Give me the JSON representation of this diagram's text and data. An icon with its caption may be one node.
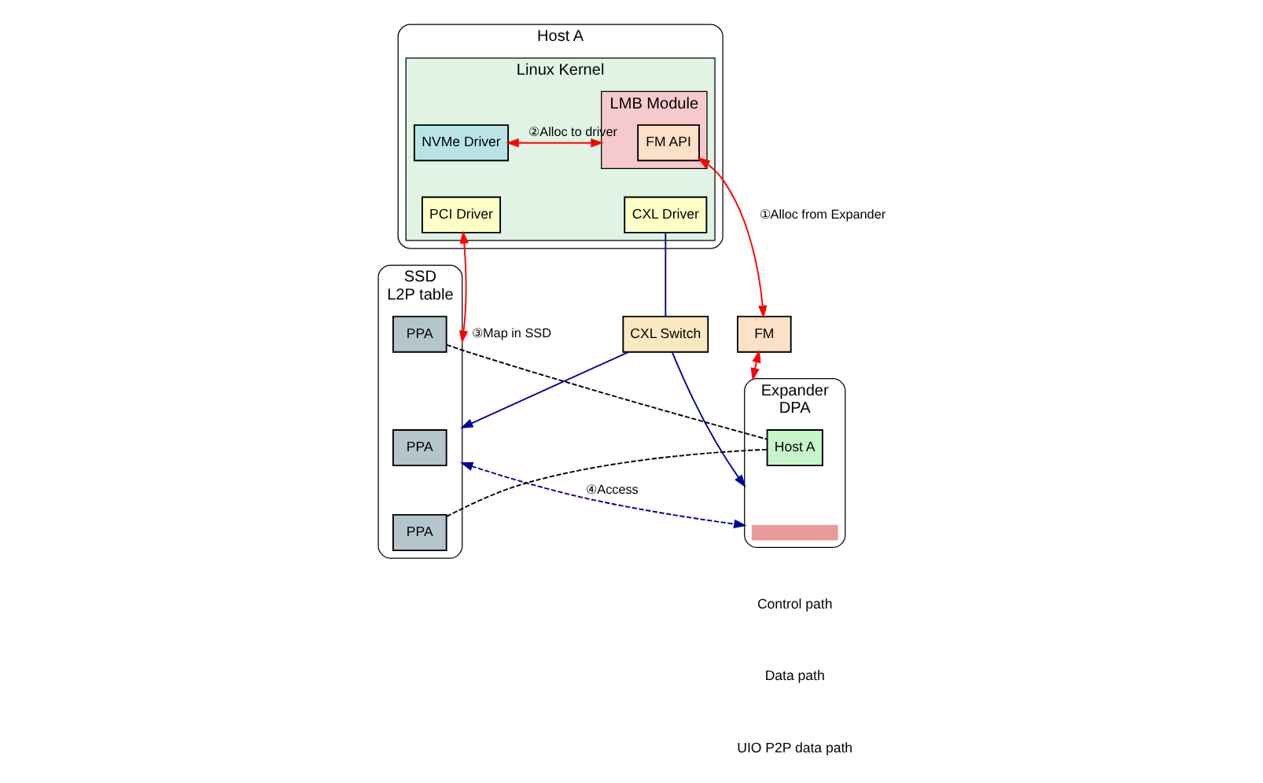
{
  "diagram": {
    "nodes": [
      {
        "text": [
          "Host A"
        ]
      },
      {
        "text": [
          "Linux Kernel"
        ],
        "in": 0
      },
      {
        "text": [
          "NVMe Driver"
        ],
        "in": 1
      },
      {
        "text": [
          "LMB Module"
        ],
        "in": 1
      },
      {
        "text": [
          "FM API"
        ],
        "in": 3
      },
      {
        "text": [
          "PCI Driver"
        ],
        "in": 1
      },
      {
        "text": [
          "CXL Driver"
        ],
        "in": 1
      },
      {
        "text": [
          "FM"
        ]
      },
      {
        "text": [
          "CXL Switch"
        ]
      },
      {
        "text": [
          "SSD",
          "L2P table"
        ]
      },
      {
        "text": [
          "PPA"
        ],
        "in": 9
      },
      {
        "text": [
          "PPA"
        ],
        "in": 9
      },
      {
        "text": [
          "PPA"
        ],
        "in": 9
      },
      {
        "text": [
          "Expander",
          "DPA"
        ]
      },
      {
        "text": [
          "Host A"
        ],
        "in": 13
      },
      {
        "text": [],
        "shape": "bar",
        "in": 13
      }
    ],
    "edges": [
      {
        "from": 3,
        "to": 2,
        "arrow": "both",
        "label": "②Alloc to driver",
        "color": "#ff0000"
      },
      {
        "from": 4,
        "to": 7,
        "arrow": "both",
        "label": "①Alloc from Expander",
        "color": "#ff0000"
      },
      {
        "from": 7,
        "to": 13,
        "arrow": "both",
        "color": "#ff0000"
      },
      {
        "from": 5,
        "to": 9,
        "arrow": "both",
        "label": "③Map in SSD",
        "color": "#ff0000"
      },
      {
        "from": 6,
        "to": 8,
        "arrow": "none",
        "color": "#000099"
      },
      {
        "from": 8,
        "to": 9,
        "arrow": "to",
        "color": "#000099"
      },
      {
        "from": 8,
        "to": 13,
        "arrow": "to",
        "color": "#000099"
      },
      {
        "from": 9,
        "to": 13,
        "arrow": "both",
        "label": "④Access",
        "style": "dashed",
        "color": "#000099"
      },
      {
        "from": 10,
        "to": 14,
        "arrow": "none",
        "style": "dashed",
        "color": "#000000"
      },
      {
        "from": 12,
        "to": 14,
        "arrow": "none",
        "style": "dashed",
        "color": "#000000"
      }
    ],
    "legend": [
      {
        "text": "Control path"
      },
      {
        "text": "Data path"
      },
      {
        "text": "UIO P2P data path"
      }
    ]
  }
}
